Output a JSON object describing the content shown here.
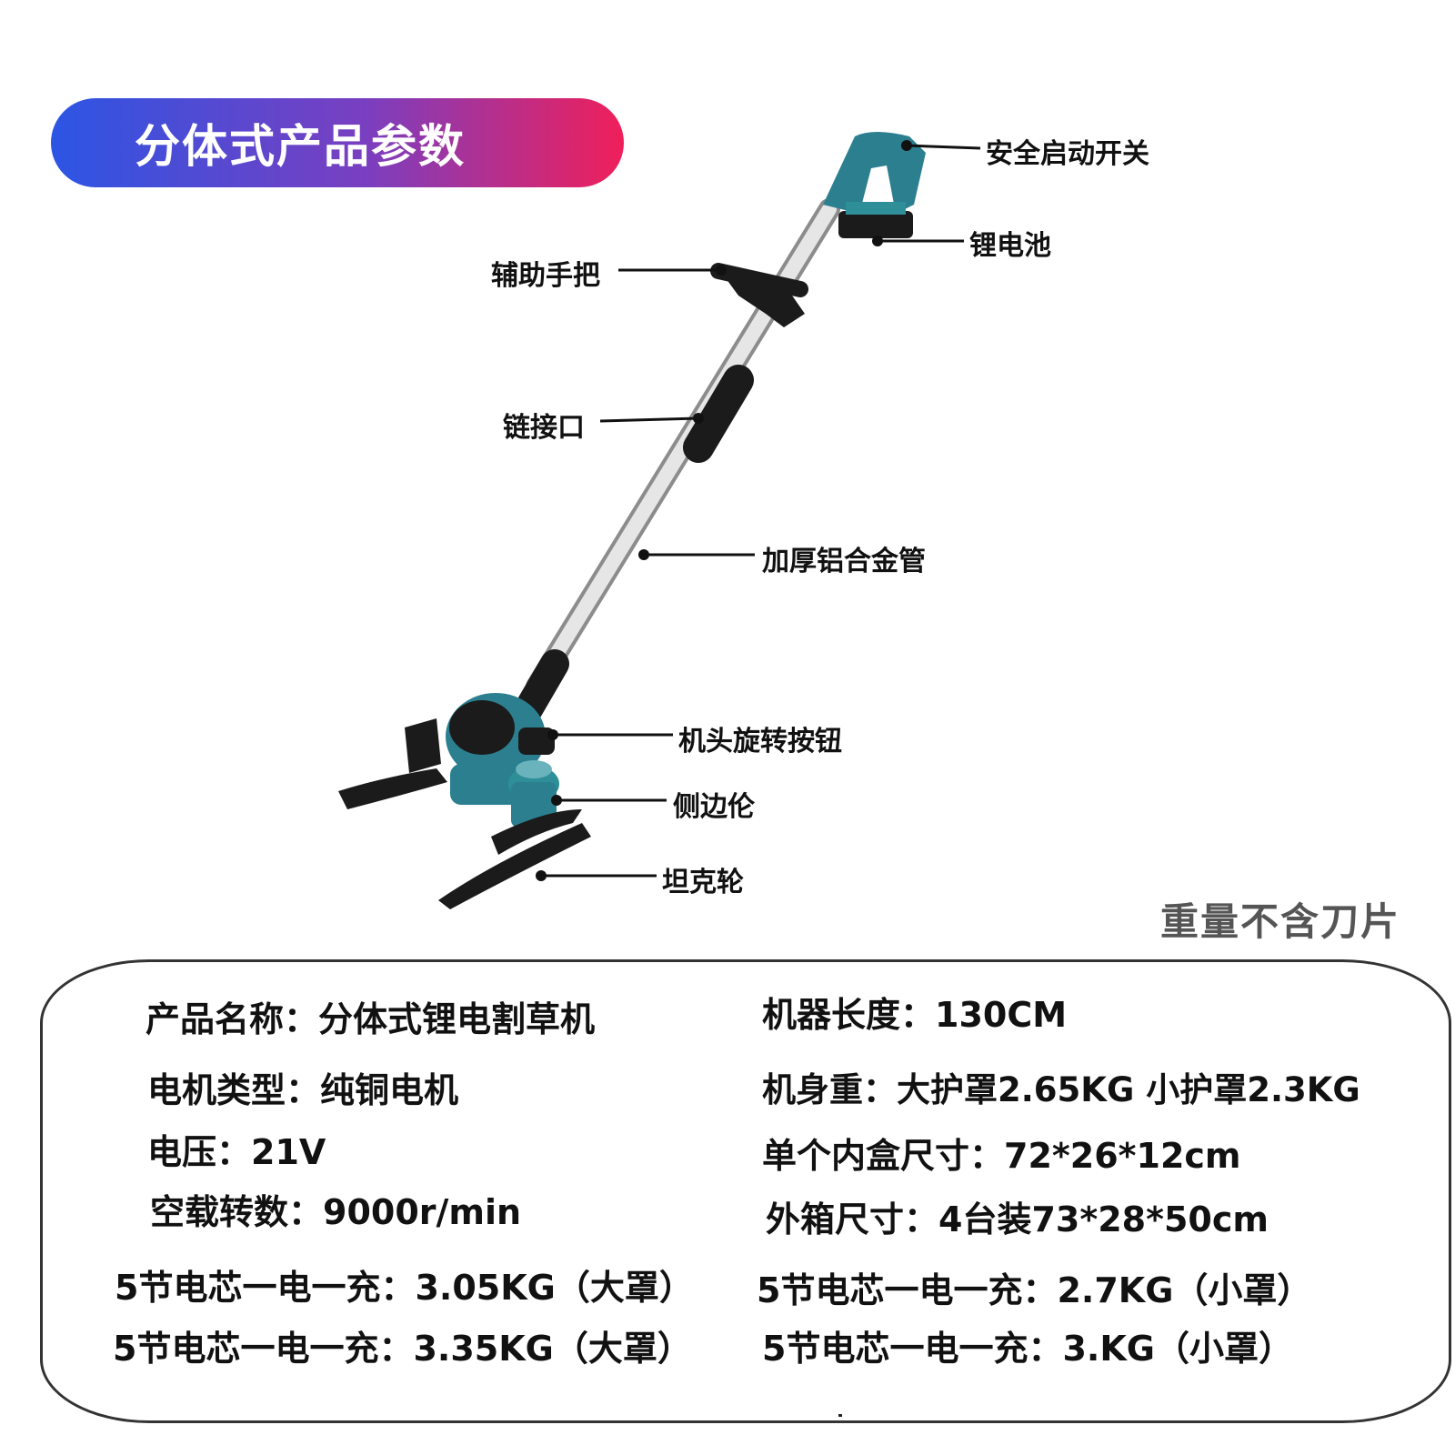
{
  "header": {
    "title": "分体式产品参数"
  },
  "callouts": {
    "safety_switch": "安全启动开关",
    "battery": "锂电池",
    "aux_handle": "辅助手把",
    "connector": "链接口",
    "alloy_tube": "加厚铝合金管",
    "head_rotate_button": "机头旋转按钮",
    "side_wheel": "侧边伦",
    "tank_wheel": "坦克轮"
  },
  "note": "重量不含刀片",
  "specs": {
    "product_name": "产品名称：分体式锂电割草机",
    "machine_length": "机器长度：130CM",
    "motor_type": "电机类型：纯铜电机",
    "body_weight": "机身重：大护罩2.65KG  小护罩2.3KG",
    "voltage": "电压：21V",
    "inner_box": "单个内盒尺寸：72*26*12cm",
    "no_load_speed": "空载转数：9000r/min",
    "outer_box": "外箱尺寸：4台装73*28*50cm",
    "cell5_big_1": "5节电芯一电一充：3.05KG（大罩）",
    "cell5_small_1": "5节电芯一电一充：2.7KG（小罩）",
    "cell5_big_2": "5节电芯一电一充：3.35KG（大罩）",
    "cell5_small_2": "5节电芯一电一充：3.KG（小罩）"
  },
  "colors": {
    "gradient_start": "#2c55e4",
    "gradient_end": "#f01f5a",
    "machine_teal": "#2b7f8f",
    "machine_black": "#1b1b1b"
  }
}
